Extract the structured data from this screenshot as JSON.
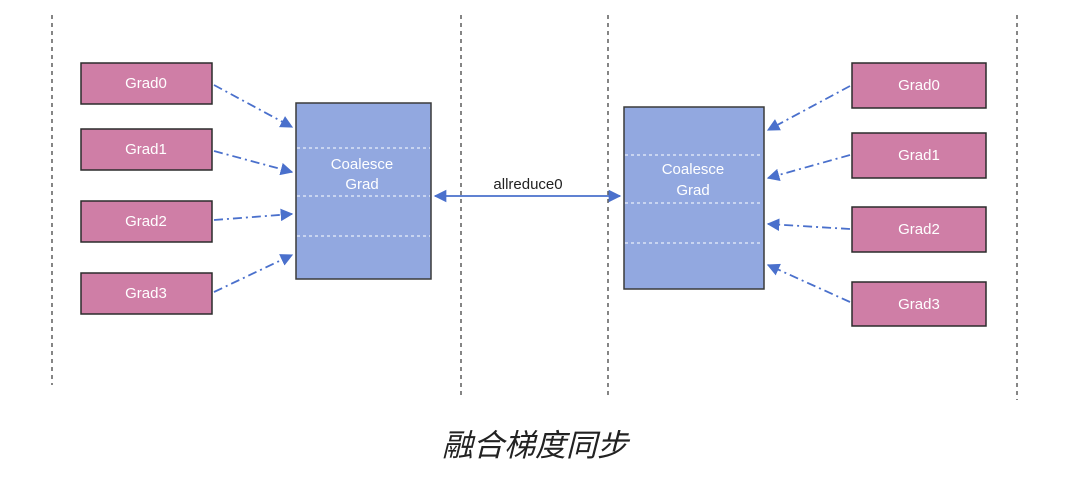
{
  "diagram": {
    "left_node": {
      "grads": [
        "Grad0",
        "Grad1",
        "Grad2",
        "Grad3"
      ],
      "coalesce": [
        "Coalesce",
        "Grad"
      ]
    },
    "right_node": {
      "grads": [
        "Grad0",
        "Grad1",
        "Grad2",
        "Grad3"
      ],
      "coalesce": [
        "Coalesce",
        "Grad"
      ]
    },
    "link_label": "allreduce0",
    "colors": {
      "grad_fill": "#cf7ea6",
      "grad_border": "#2b2b2b",
      "coalesce_fill": "#92a8e0",
      "coalesce_border": "#3a3a3a",
      "arrow": "#4a70cc",
      "divider": "#444444"
    }
  },
  "caption": "融合梯度同步"
}
